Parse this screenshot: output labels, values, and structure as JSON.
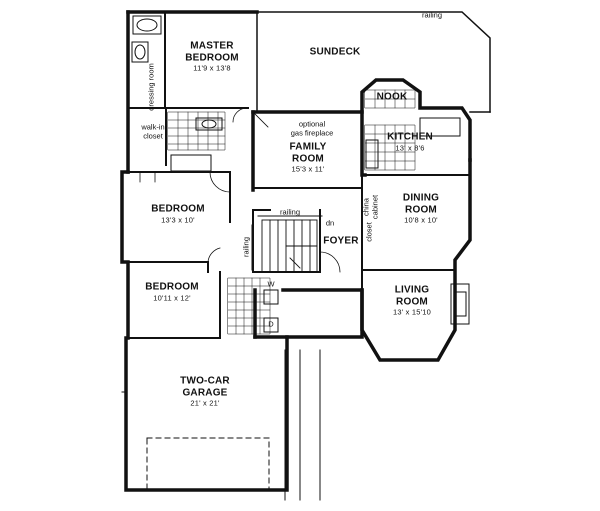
{
  "rooms": {
    "master_bedroom": {
      "name_line1": "MASTER",
      "name_line2": "BEDROOM",
      "size": "11'9 x 13'8"
    },
    "sundeck": {
      "name": "SUNDECK"
    },
    "nook": {
      "name": "NOOK"
    },
    "kitchen": {
      "name": "KITCHEN",
      "size": "13' x 8'6"
    },
    "family_room": {
      "name_line1": "FAMILY",
      "name_line2": "ROOM",
      "size": "15'3 x 11'"
    },
    "dining_room": {
      "name_line1": "DINING",
      "name_line2": "ROOM",
      "size": "10'8 x 10'"
    },
    "bedroom_1": {
      "name": "BEDROOM",
      "size": "13'3 x 10'"
    },
    "foyer": {
      "name": "FOYER"
    },
    "living_room": {
      "name_line1": "LIVING",
      "name_line2": "ROOM",
      "size": "13' x 15'10"
    },
    "bedroom_2": {
      "name": "BEDROOM",
      "size": "10'11 x 12'"
    },
    "garage": {
      "name_line1": "TWO-CAR",
      "name_line2": "GARAGE",
      "size": "21' x 21'"
    }
  },
  "notes": {
    "railing_top": "railing",
    "railing_stair": "railing",
    "railing_side": "railing",
    "fireplace_line1": "optional",
    "fireplace_line2": "gas fireplace",
    "dressing_room": "dressing room",
    "walk_in_closet_line1": "walk-in",
    "walk_in_closet_line2": "closet",
    "china_cabinet_line1": "china",
    "china_cabinet_line2": "cabinet",
    "closet": "closet",
    "dn": "dn",
    "washer": "W",
    "dryer": "D"
  }
}
